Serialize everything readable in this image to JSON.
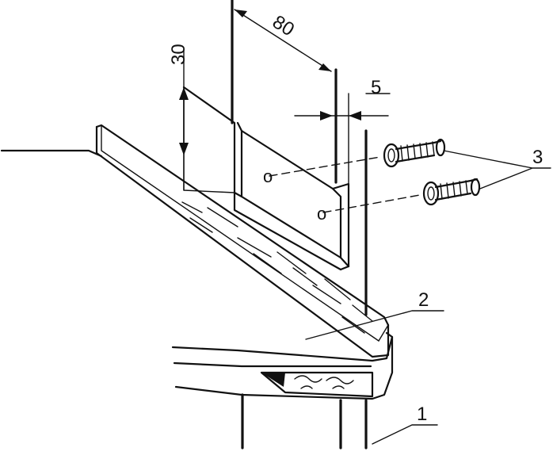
{
  "dimensions": {
    "width_mm": "80",
    "height_mm": "30",
    "gap_mm": "5"
  },
  "callouts": {
    "part_1": "1",
    "part_2": "2",
    "part_3": "3"
  },
  "hole_markers": [
    "o",
    "o"
  ]
}
